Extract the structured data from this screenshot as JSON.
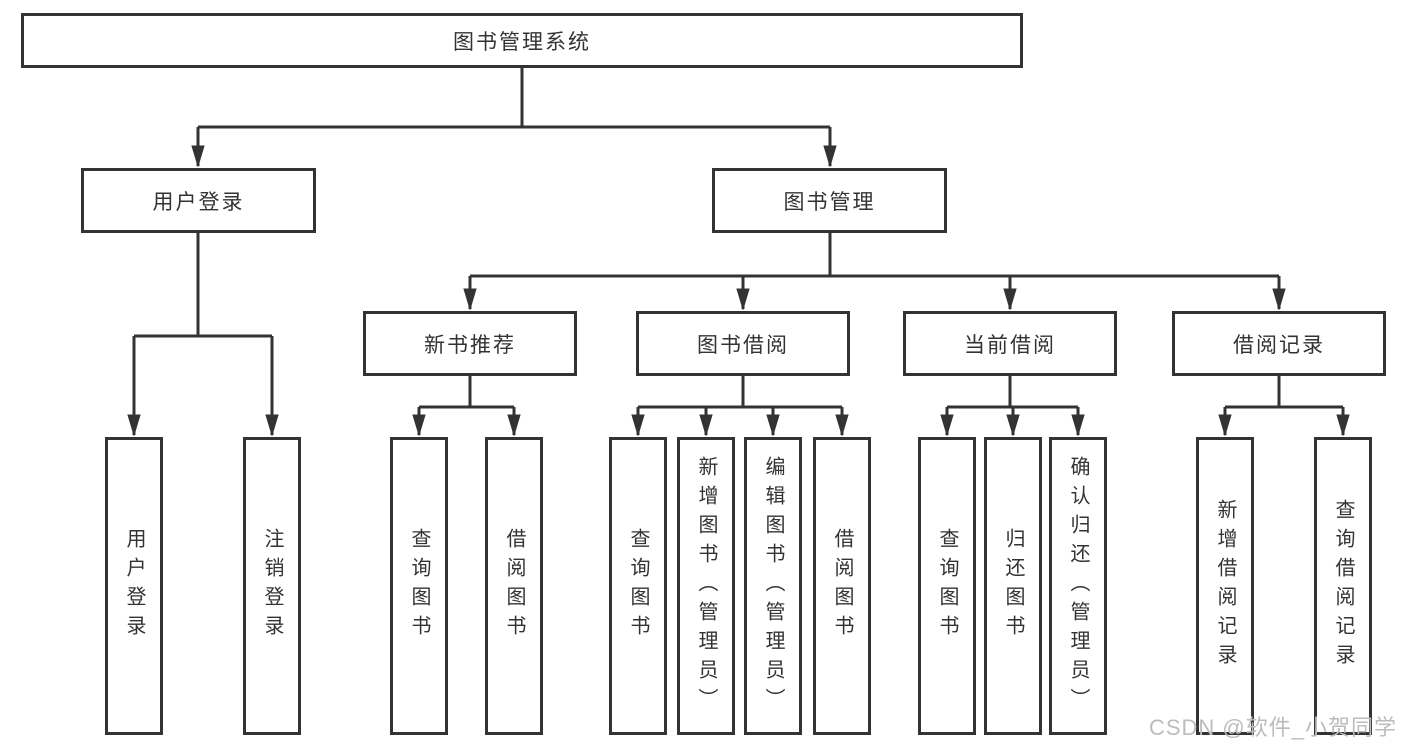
{
  "colors": {
    "line": "#333333",
    "box_border": "#333333",
    "text": "#333333",
    "watermark": "#bcbcbc",
    "background": "#ffffff"
  },
  "diagram": {
    "root": {
      "label": "图书管理系统"
    },
    "branches": [
      {
        "label": "用户登录",
        "leaves": [
          "用户登录",
          "注销登录"
        ]
      },
      {
        "label": "图书管理",
        "groups": [
          {
            "label": "新书推荐",
            "leaves": [
              "查询图书",
              "借阅图书"
            ]
          },
          {
            "label": "图书借阅",
            "leaves": [
              "查询图书",
              "新增图书（管理员）",
              "编辑图书（管理员）",
              "借阅图书"
            ]
          },
          {
            "label": "当前借阅",
            "leaves": [
              "查询图书",
              "归还图书",
              "确认归还（管理员）"
            ]
          },
          {
            "label": "借阅记录",
            "leaves": [
              "新增借阅记录",
              "查询借阅记录"
            ]
          }
        ]
      }
    ]
  },
  "watermark": {
    "text": "CSDN @软件_小贺同学"
  }
}
